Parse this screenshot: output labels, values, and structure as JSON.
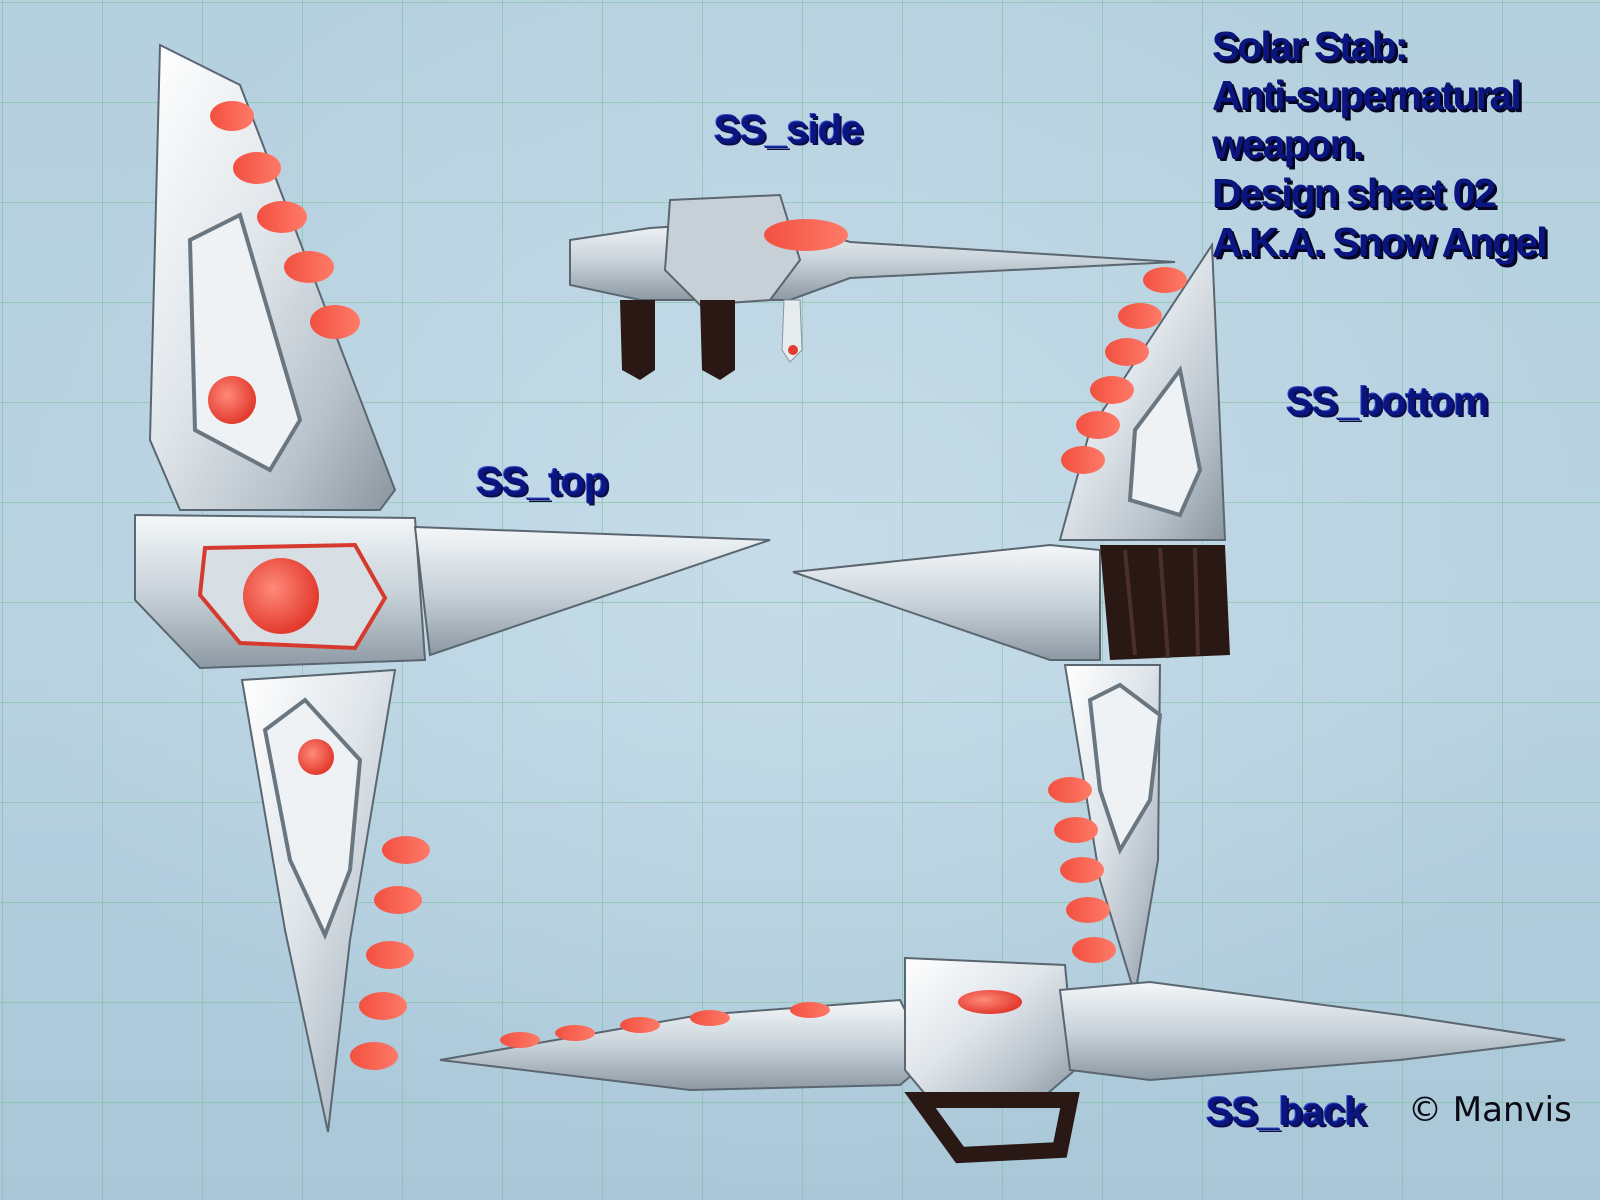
{
  "title": {
    "lines": [
      "Solar Stab:",
      "Anti-supernatural",
      "weapon.",
      "Design sheet 02",
      "A.K.A. Snow Angel"
    ]
  },
  "views": {
    "side": "SS_side",
    "top": "SS_top",
    "bottom": "SS_bottom",
    "back": "SS_back"
  },
  "copyright": "© Manvis",
  "colors": {
    "background": "#b3cedd",
    "grid": "#78be96",
    "label": "#0a1580",
    "accent_red": "#f04a3c",
    "chrome": "#e8ecef",
    "grip": "#2a1814"
  }
}
